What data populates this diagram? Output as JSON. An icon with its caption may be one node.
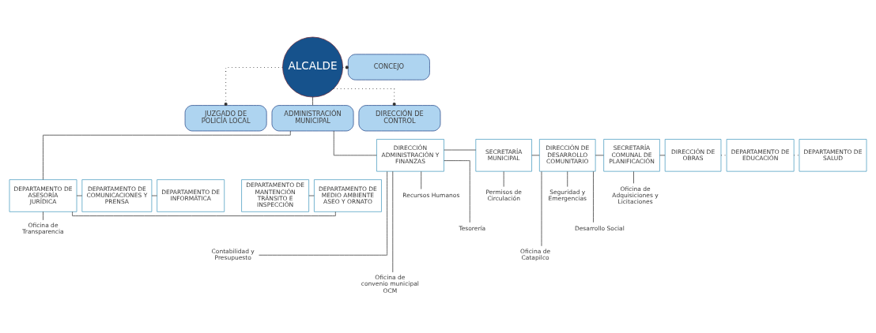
{
  "diagram": {
    "nodes": [
      {
        "text": [
          "ALCALDE"
        ]
      },
      {
        "text": [
          "CONCEJO"
        ]
      },
      {
        "text": [
          "JUZGADO DE POLICÍA LOCAL"
        ]
      },
      {
        "text": [
          "ADMINISTRACIÓN MUNICIPAL"
        ]
      },
      {
        "text": [
          "DIRECCIÓN DE CONTROL"
        ]
      },
      {
        "text": [
          "DEPARTAMENTO DE MANTENCIÓN TRÁNSITO E INSPECCIÓN"
        ]
      },
      {
        "text": [
          "DEPARTAMENTO DE MEDIO AMBIENTE ASEO Y ORNATO"
        ]
      },
      {
        "text": [
          "DEPARTAMENTO DE ASESORÍA JURÍDICA"
        ]
      },
      {
        "text": [
          "DEPARTAMENTO DE COMUNICACIONES Y PRENSA"
        ]
      },
      {
        "text": [
          "DEPARTAMENTO DE INFORMÁTICA"
        ]
      },
      {
        "text": [
          "Oficina de Transparencia"
        ]
      },
      {
        "text": [
          "DIRECCIÓN ADMINISTRACIÓN Y FINANZAS"
        ]
      },
      {
        "text": [
          "SECRETARÍA MUNICIPAL"
        ]
      },
      {
        "text": [
          "DIRECCIÓN DE DESARROLLO COMUNITARIO"
        ]
      },
      {
        "text": [
          "SECRETARÍA COMUNAL DE PLANIFICACIÓN"
        ]
      },
      {
        "text": [
          "DIRECCIÓN DE OBRAS"
        ]
      },
      {
        "text": [
          "DEPARTAMENTO DE EDUCACIÓN"
        ]
      },
      {
        "text": [
          "DEPARTAMENTO DE SALUD"
        ]
      },
      {
        "text": [
          "Recursos Humanos"
        ]
      },
      {
        "text": [
          "Tesorería"
        ]
      },
      {
        "text": [
          "Contabilidad y Presupuesto"
        ]
      },
      {
        "text": [
          "Oficina de convenio municipal OCM"
        ]
      },
      {
        "text": [
          "Permisos de Circulación"
        ]
      },
      {
        "text": [
          "Seguridad y Emergencias"
        ]
      },
      {
        "text": [
          "Desarrollo Social"
        ]
      },
      {
        "text": [
          "Oficina de Catapilco"
        ]
      },
      {
        "text": [
          "Oficina de Adquisiciones y Licitaciones"
        ]
      }
    ],
    "edges": [
      {
        "from": 0,
        "to": 1,
        "arrow": "other",
        "style": "dashed"
      },
      {
        "from": 0,
        "to": 2,
        "arrow": "other",
        "style": "dashed"
      },
      {
        "from": 0,
        "to": 4,
        "arrow": "other",
        "style": "dashed"
      },
      {
        "from": 0,
        "to": 3,
        "arrow": "none"
      },
      {
        "from": 3,
        "to": 7,
        "arrow": "none"
      },
      {
        "from": 3,
        "to": 11,
        "arrow": "none"
      },
      {
        "from": 5,
        "to": 6,
        "arrow": "none"
      },
      {
        "from": 6,
        "to": 7,
        "arrow": "none"
      },
      {
        "from": 7,
        "to": 8,
        "arrow": "none"
      },
      {
        "from": 8,
        "to": 9,
        "arrow": "none"
      },
      {
        "from": 7,
        "to": 10,
        "arrow": "none"
      },
      {
        "from": 11,
        "to": 12,
        "arrow": "none"
      },
      {
        "from": 12,
        "to": 13,
        "arrow": "none"
      },
      {
        "from": 13,
        "to": 14,
        "arrow": "none"
      },
      {
        "from": 14,
        "to": 15,
        "arrow": "none"
      },
      {
        "from": 15,
        "to": 16,
        "arrow": "none",
        "style": "dashed"
      },
      {
        "from": 16,
        "to": 17,
        "arrow": "none",
        "style": "dashed"
      },
      {
        "from": 11,
        "to": 18,
        "arrow": "none"
      },
      {
        "from": 11,
        "to": 19,
        "arrow": "none"
      },
      {
        "from": 11,
        "to": 20,
        "arrow": "none"
      },
      {
        "from": 11,
        "to": 21,
        "arrow": "none"
      },
      {
        "from": 12,
        "to": 22,
        "arrow": "none"
      },
      {
        "from": 13,
        "to": 23,
        "arrow": "none"
      },
      {
        "from": 13,
        "to": 24,
        "arrow": "none"
      },
      {
        "from": 13,
        "to": 25,
        "arrow": "none"
      },
      {
        "from": 14,
        "to": 26,
        "arrow": "none"
      }
    ]
  }
}
